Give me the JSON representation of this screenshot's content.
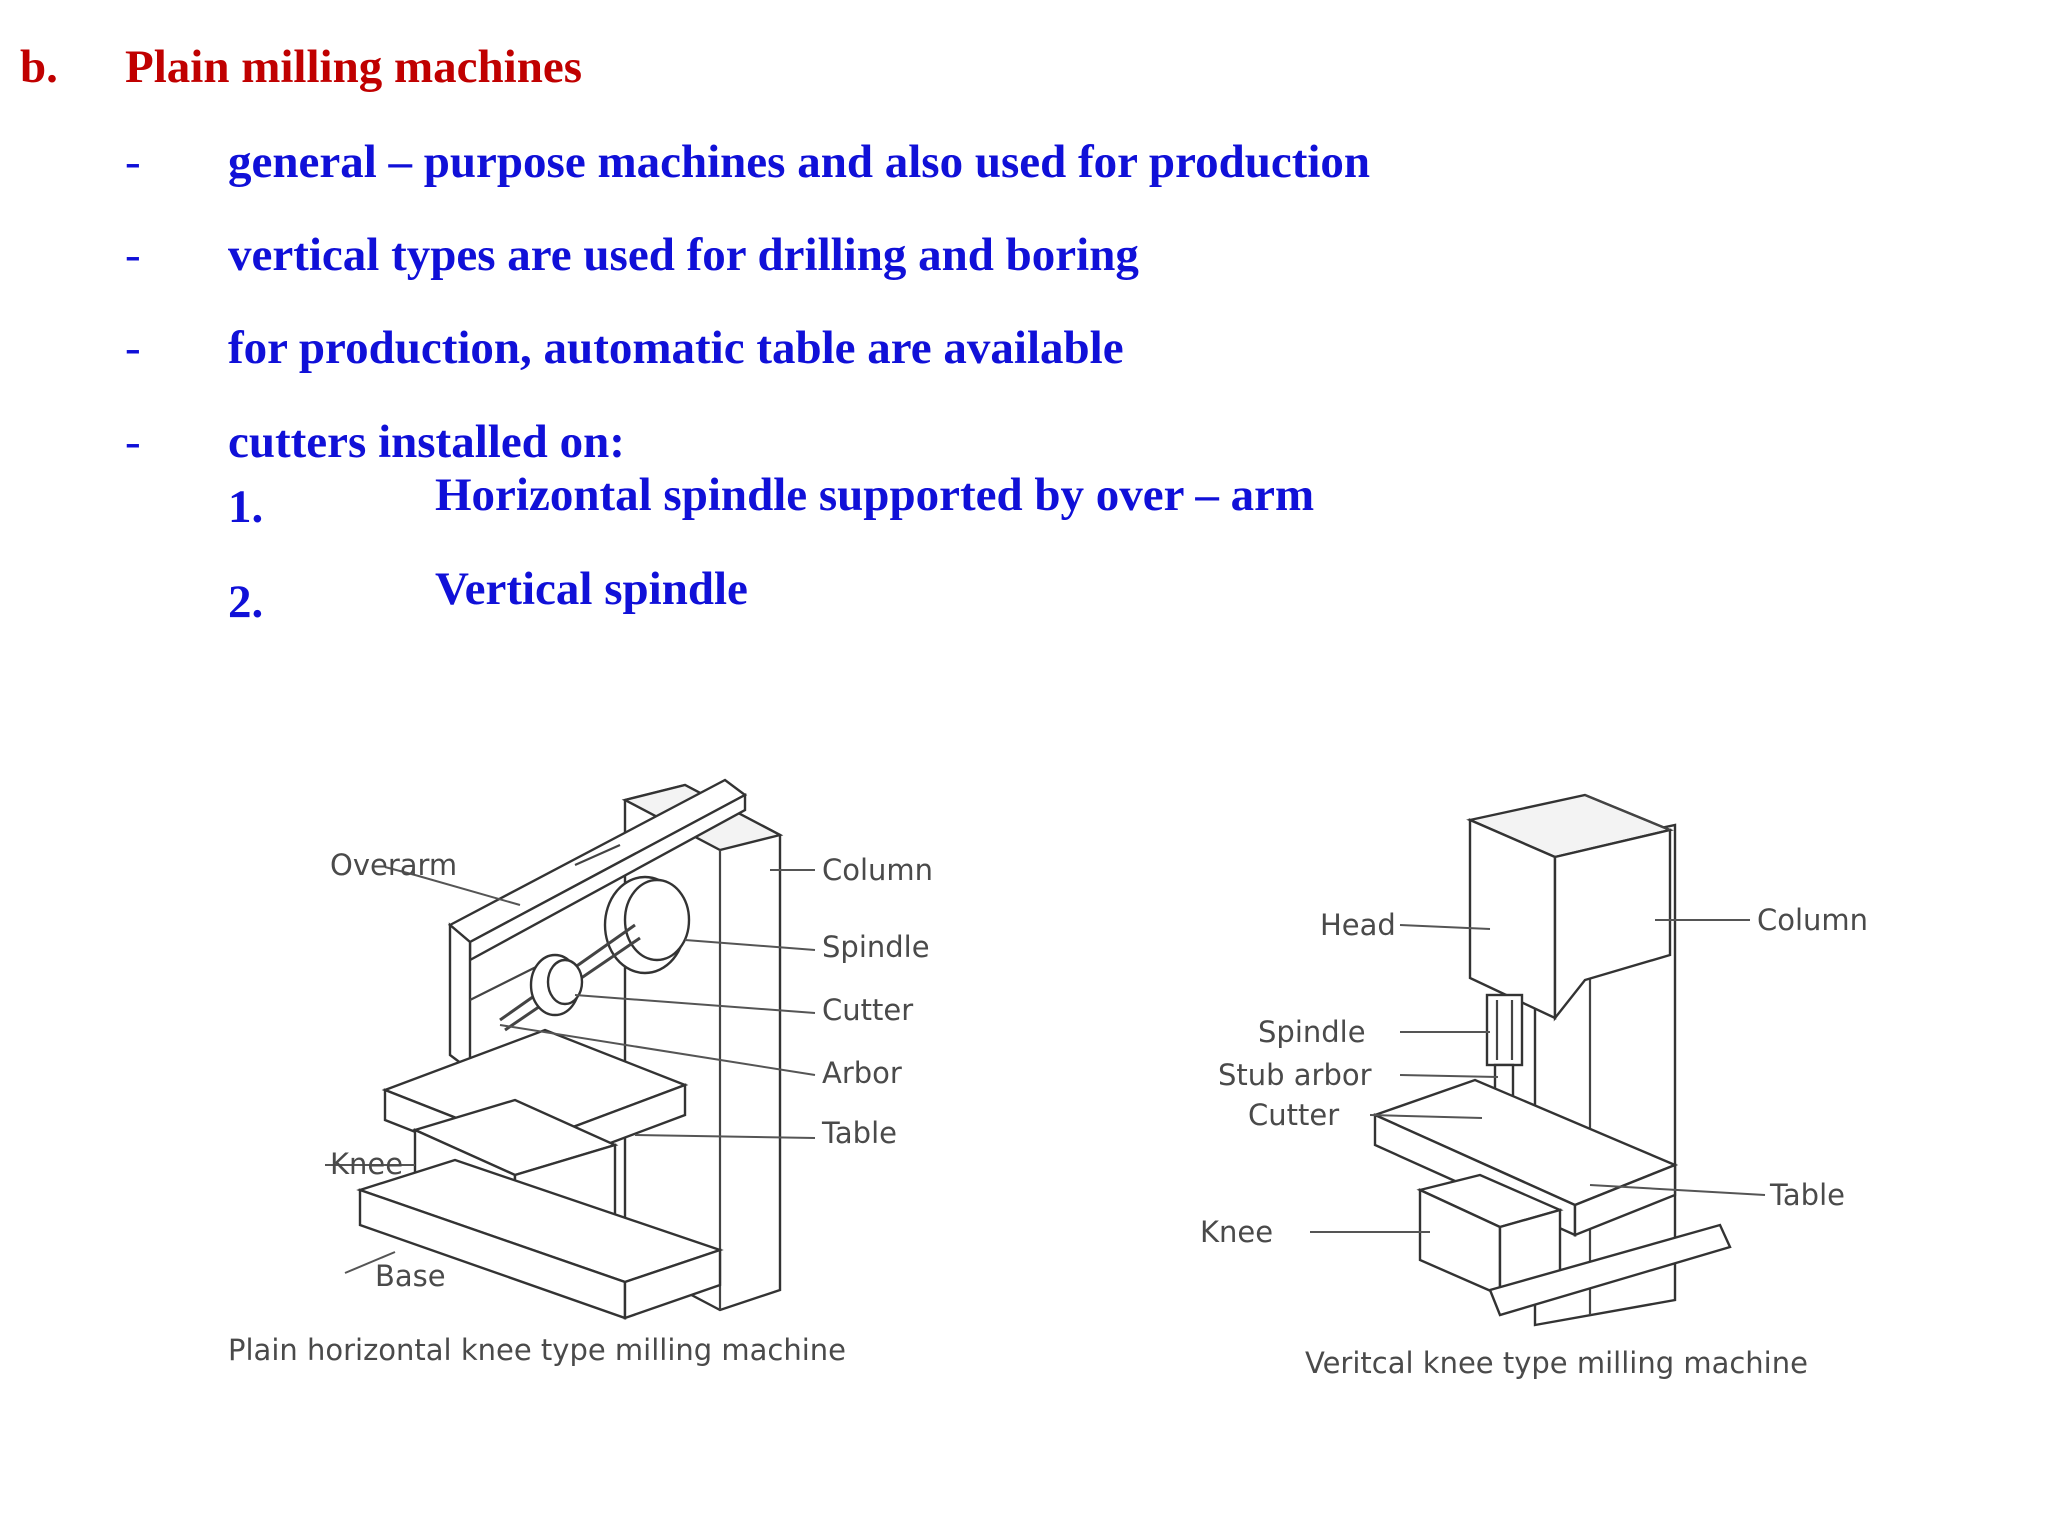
{
  "heading": {
    "marker": "b.",
    "title": "Plain milling machines"
  },
  "bullets": [
    {
      "dash": "-",
      "text": "general – purpose machines and also used for production"
    },
    {
      "dash": "-",
      "text": "vertical types are used for drilling and boring"
    },
    {
      "dash": "-",
      "text": "for production, automatic table are available"
    },
    {
      "dash": "-",
      "text": "cutters installed on:"
    }
  ],
  "sub_items": [
    {
      "num": "1.",
      "text": "Horizontal spindle supported by over – arm"
    },
    {
      "num": "2.",
      "text": "Vertical spindle"
    }
  ],
  "figure_horizontal": {
    "labels": {
      "overarm": "Overarm",
      "column": "Column",
      "spindle": "Spindle",
      "cutter": "Cutter",
      "arbor": "Arbor",
      "table": "Table",
      "knee": "Knee",
      "base": "Base"
    },
    "caption": "Plain horizontal knee type milling machine"
  },
  "figure_vertical": {
    "labels": {
      "head": "Head",
      "column": "Column",
      "spindle": "Spindle",
      "stub_arbor": "Stub arbor",
      "cutter": "Cutter",
      "table": "Table",
      "knee": "Knee"
    },
    "caption": "Veritcal knee type milling machine"
  }
}
